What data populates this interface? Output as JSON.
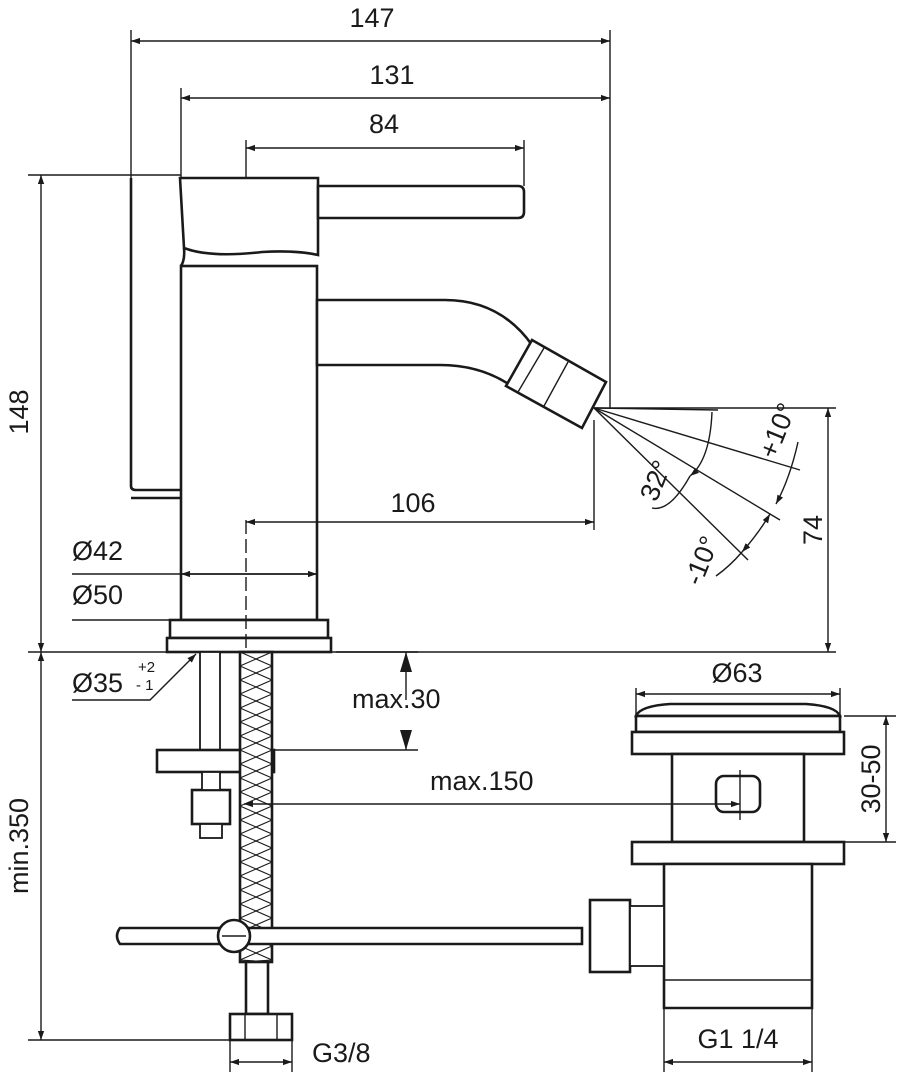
{
  "dimensions": {
    "overall_width": "147",
    "width_131": "131",
    "lever_reach": "84",
    "height": "148",
    "spout_reach": "106",
    "body_dia_42": "Ø42",
    "base_dia_50": "Ø50",
    "hole_dia_35": "Ø35",
    "hole_tol_plus": "+2",
    "hole_tol_minus": "- 1",
    "counter_thickness": "max.30",
    "hose_offset": "max.150",
    "waste_dia": "Ø63",
    "waste_height": "30-50",
    "supply_length": "min.350",
    "spray_angle": "32°",
    "spray_tilt_plus": "+10°",
    "spray_tilt_minus": "-10°",
    "nozzle_height": "74",
    "thread_supply": "G3/8",
    "thread_waste": "G1 1/4"
  },
  "colors": {
    "line": "#1a1a1a",
    "background": "#ffffff"
  }
}
